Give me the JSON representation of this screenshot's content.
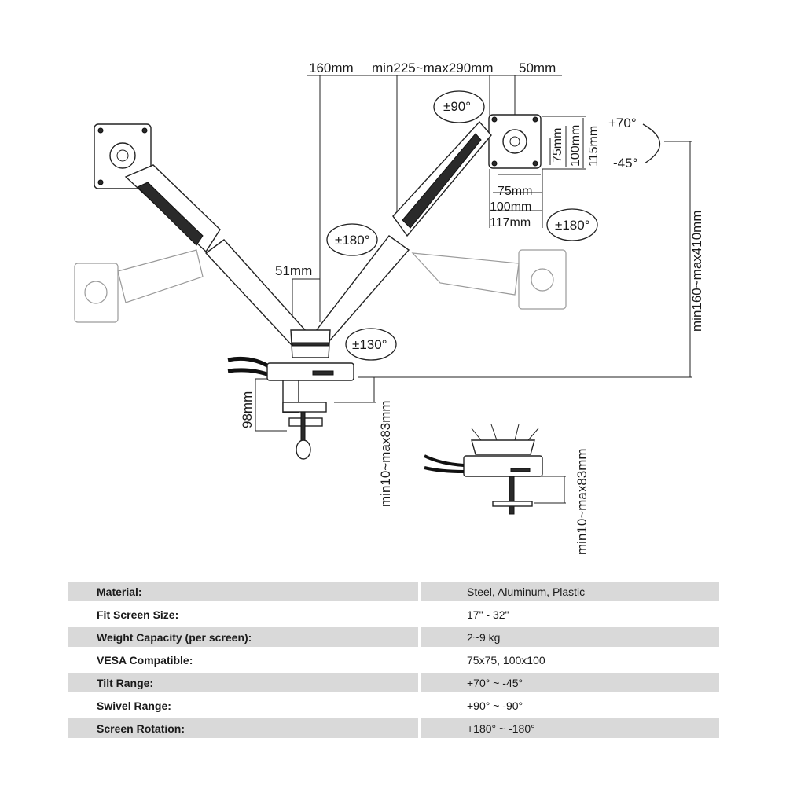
{
  "dimensions": {
    "arm_offset": "160mm",
    "arm_length": "min225~max290mm",
    "tilt_offset": "50mm",
    "vesa_75_v": "75mm",
    "vesa_100_v": "100mm",
    "vesa_115_v": "115mm",
    "vesa_75_h": "75mm",
    "vesa_100_h": "100mm",
    "vesa_117_h": "117mm",
    "pole_width": "51mm",
    "height_range": "min160~max410mm",
    "clamp_height": "98mm",
    "desk_thickness_clamp": "min10~max83mm",
    "desk_thickness_grommet": "min10~max83mm"
  },
  "angles": {
    "swivel": "±90°",
    "tilt_up": "+70°",
    "tilt_down": "-45°",
    "rotation_left": "±180°",
    "rotation_right": "±180°",
    "base_rotation": "±130°"
  },
  "specs": [
    {
      "label": "Material:",
      "value": "Steel, Aluminum, Plastic"
    },
    {
      "label": "Fit Screen Size:",
      "value": "17\" - 32\""
    },
    {
      "label": "Weight Capacity (per screen):",
      "value": "2~9 kg"
    },
    {
      "label": "VESA Compatible:",
      "value": "75x75, 100x100"
    },
    {
      "label": "Tilt Range:",
      "value": "+70° ~ -45°"
    },
    {
      "label": "Swivel Range:",
      "value": "+90° ~ -90°"
    },
    {
      "label": "Screen Rotation:",
      "value": "+180° ~ -180°"
    }
  ]
}
